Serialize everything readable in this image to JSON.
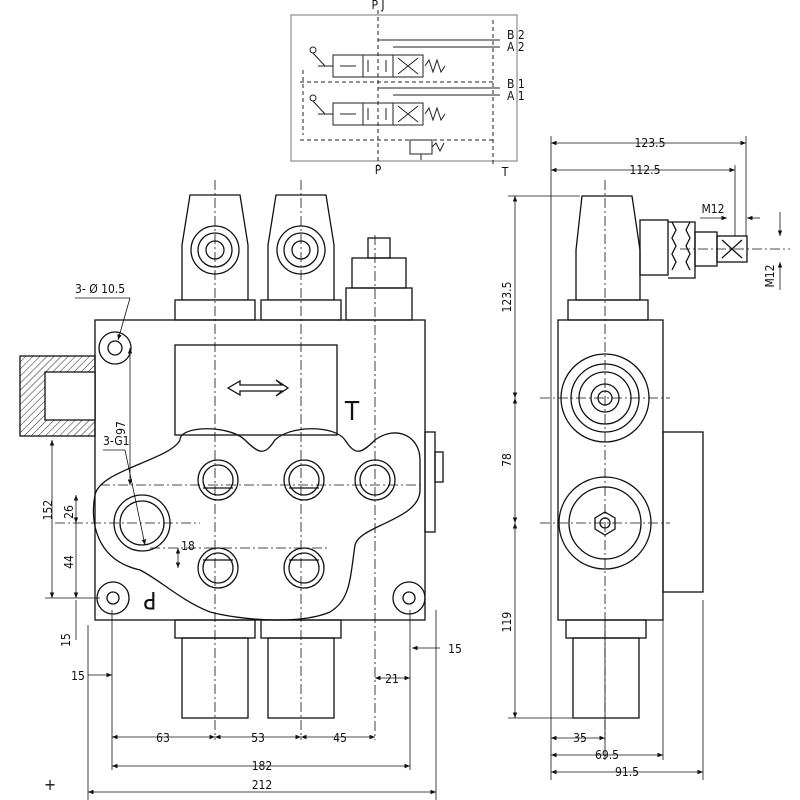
{
  "schematic": {
    "top_label": "P J",
    "bottom_p": "P",
    "bottom_t": "T",
    "port_b2": "B 2",
    "port_a2": "A 2",
    "port_b1": "B 1",
    "port_a1": "A 1"
  },
  "front_view": {
    "label_p": "P",
    "label_t": "T",
    "hole_note": "3- Ø 10.5",
    "thread_note": "3-G1",
    "dims": {
      "d97": "97",
      "d152": "152",
      "d26": "26",
      "d44": "44",
      "d15_left": "15",
      "d18": "18",
      "d15_bottom": "15",
      "d15_right": "15",
      "d21": "21",
      "d63": "63",
      "d53": "53",
      "d45": "45",
      "d182": "182",
      "d212": "212"
    }
  },
  "side_view": {
    "thread_h": "M12",
    "thread_v": "M12",
    "dims": {
      "d123_5_top": "123.5",
      "d112_5": "112.5",
      "d123_5_left": "123.5",
      "d78": "78",
      "d119": "119",
      "d35": "35",
      "d69_5": "69.5",
      "d91_5": "91.5"
    }
  },
  "corner_mark": "+"
}
